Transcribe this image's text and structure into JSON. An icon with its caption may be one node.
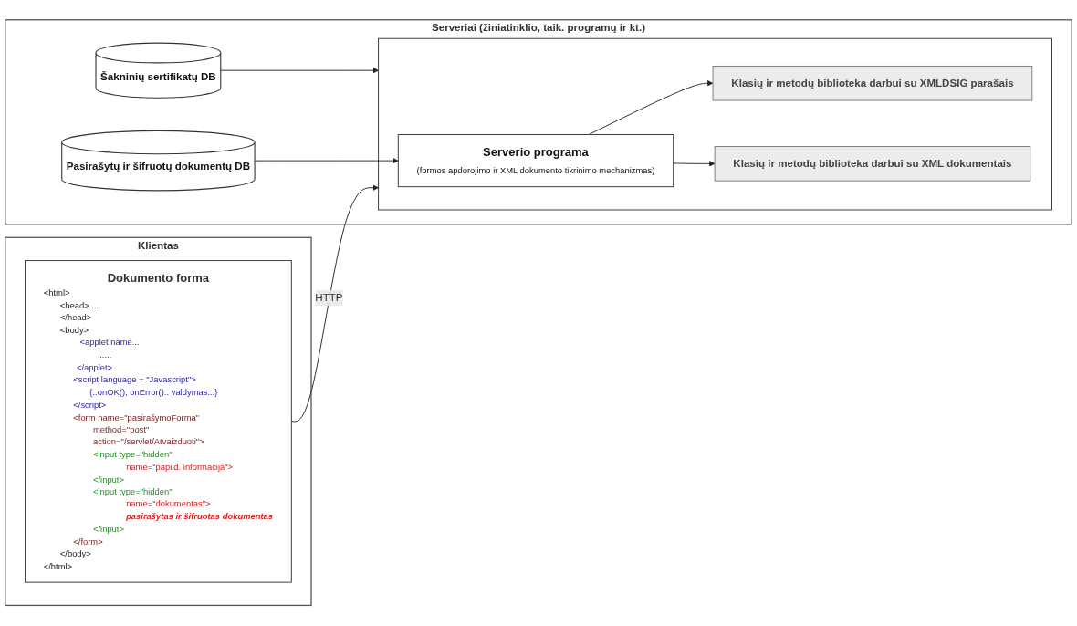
{
  "diagram": {
    "nodes": [
      {
        "text": [
          "Klientas"
        ]
      },
      {
        "text": [
          "Dokumento forma",
          "<html>",
          "<head>....",
          "</head>",
          "<body>",
          "<applet name...",
          ".....",
          "</applet>",
          "<script language = \"Javascript\">",
          "{..onOK(), onError().. valdymas...}",
          "</script>",
          "<form name=\"pasirašymoForma\"",
          "method=\"post\"",
          "action=\"/servlet/Atvaizduoti\">",
          "<input type=\"hidden\"",
          "name=\"papild. informacija\">",
          "</input>",
          "<input type=\"hidden\"",
          "name=\"dokumentas\">",
          "pasirašytas ir šifruotas dokumentas",
          "</input>",
          "</form>",
          "</body>",
          "</html>"
        ],
        "in": 0
      },
      {
        "text": [
          "Serveriai",
          "(žiniatinklio, taik. programų ir kt.)"
        ]
      },
      {
        "text": [
          "Šakninių sertifikatų DB"
        ],
        "in": 2
      },
      {
        "text": [],
        "shape": "box",
        "in": 2
      },
      {
        "text": [
          "Serverio programa",
          "(formos apdorojimo ir XML dokumento tikrinimo mechanizmas)"
        ],
        "in": 4
      },
      {
        "text": [
          "Klasių ir metodų biblioteka darbui su XMLDSIG parašais"
        ],
        "in": 4
      },
      {
        "text": [
          "Klasių ir metodų biblioteka darbui su XML dokumentais"
        ],
        "in": 4
      },
      {
        "text": [
          "Pasirašytų ir šifruotų dokumentų DB"
        ],
        "in": 2
      }
    ],
    "edges": [
      {
        "from": 1,
        "to": 4,
        "arrow": "to",
        "label": "HTTP"
      },
      {
        "from": 3,
        "to": 4,
        "arrow": "to"
      },
      {
        "from": 5,
        "to": 6,
        "arrow": "to"
      },
      {
        "from": 5,
        "to": 7,
        "arrow": "to"
      },
      {
        "from": 8,
        "to": 5,
        "arrow": "to"
      }
    ]
  }
}
